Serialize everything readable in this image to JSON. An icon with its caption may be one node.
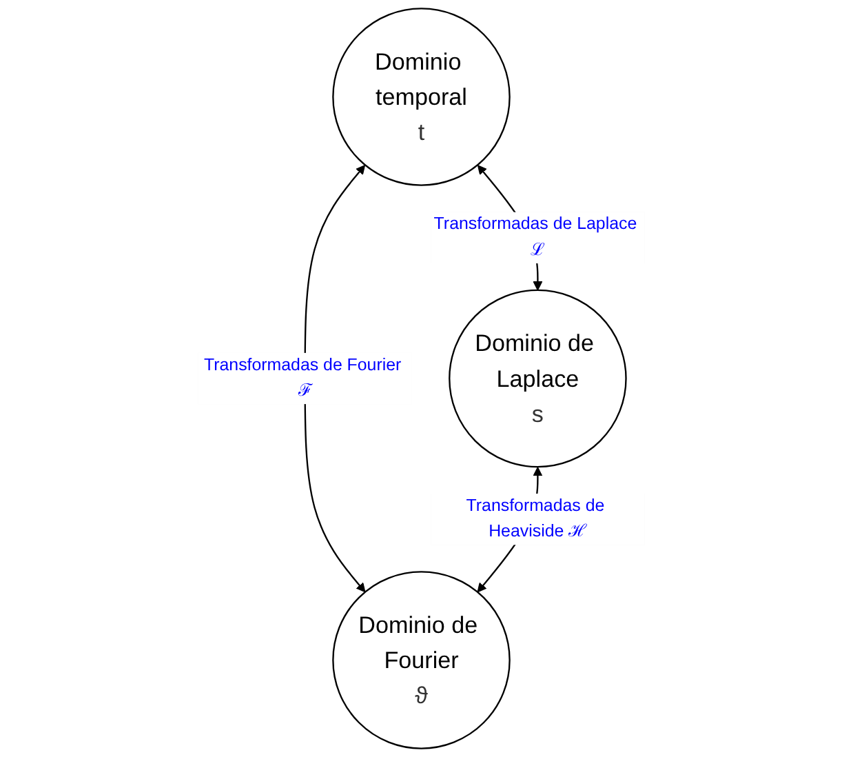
{
  "diagram": {
    "nodes": [
      {
        "text": [
          "Dominio temporal",
          "t"
        ]
      },
      {
        "text": [
          "Dominio de Laplace",
          "s"
        ]
      },
      {
        "text": [
          "Dominio de Fourier",
          "ϑ"
        ]
      }
    ],
    "edges": [
      {
        "from": 0,
        "to": 1,
        "arrow": "both",
        "label": "Transformadas de Laplace ℒ"
      },
      {
        "from": 0,
        "to": 2,
        "arrow": "both",
        "label": "Transformadas de Fourier ℱ"
      },
      {
        "from": 1,
        "to": 2,
        "arrow": "both",
        "label": "Transformadas de Heaviside ℋ"
      }
    ]
  }
}
